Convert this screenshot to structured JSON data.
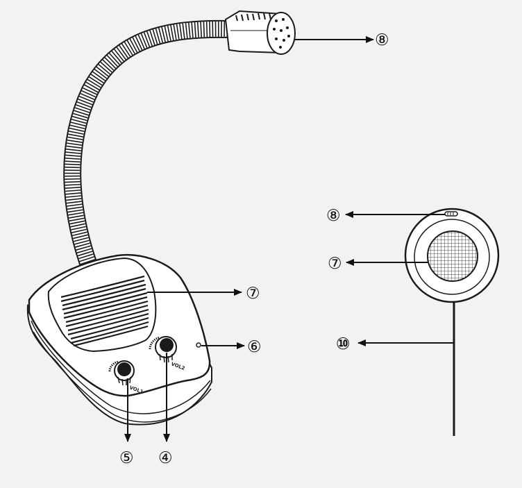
{
  "colors": {
    "background": "#f2f2f2",
    "ink": "#1a1a1a",
    "surface": "#ffffff"
  },
  "base_unit": {
    "knobs": [
      {
        "label": "VOL1"
      },
      {
        "label": "VOL2"
      }
    ],
    "callouts": [
      "⑧",
      "⑦",
      "⑥",
      "④",
      "⑤"
    ]
  },
  "external_speaker": {
    "callouts": [
      "⑧",
      "⑦",
      "⑩"
    ]
  }
}
